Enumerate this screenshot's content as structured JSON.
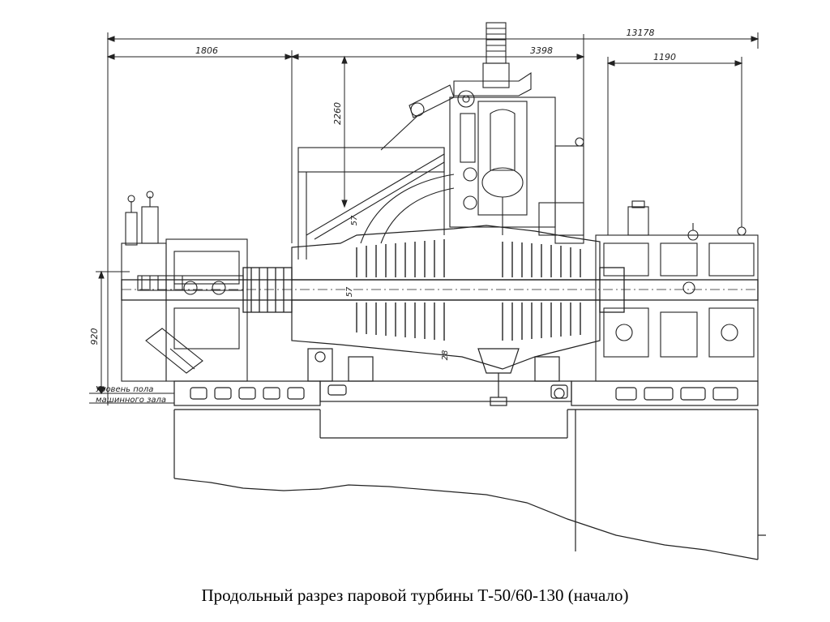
{
  "caption": "Продольный разрез паровой турбины Т-50/60-130 (начало)",
  "dimensions": {
    "d_1806": "1806",
    "d_3398": "3398",
    "d_13178": "13178",
    "d_1190": "1190",
    "d_2260": "2260",
    "d_920": "920"
  },
  "floor_label": {
    "line1": "Уровень пола",
    "line2": "машинного зала"
  },
  "stage_marks": {
    "m_57a": "57",
    "m_57b": "57",
    "m_28": "28"
  },
  "colors": {
    "ink": "#222222",
    "background": "#ffffff"
  }
}
